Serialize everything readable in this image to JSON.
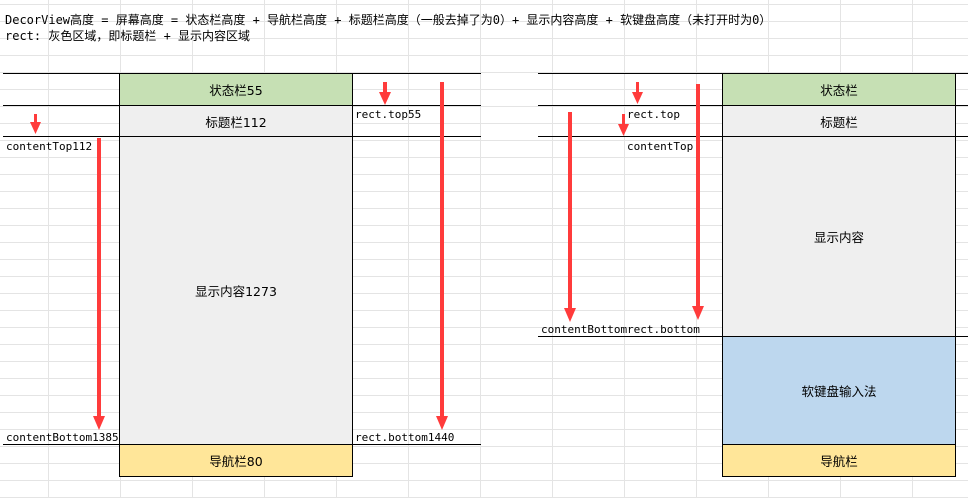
{
  "header": {
    "line1": "DecorView高度 = 屏幕高度 = 状态栏高度 + 导航栏高度 + 标题栏高度（一般去掉了为0）+ 显示内容高度 + 软键盘高度（未打开时为0）",
    "line2": "rect: 灰色区域，即标题栏 + 显示内容区域"
  },
  "left_diagram": {
    "status_bar": "状态栏55",
    "title_bar": "标题栏112",
    "content": "显示内容1273",
    "nav_bar": "导航栏80",
    "label_content_top": "contentTop112",
    "label_content_bottom": "contentBottom1385",
    "label_rect_top": "rect.top55",
    "label_rect_bottom": "rect.bottom1440"
  },
  "right_diagram": {
    "status_bar": "状态栏",
    "title_bar": "标题栏",
    "content": "显示内容",
    "keyboard": "软键盘输入法",
    "nav_bar": "导航栏",
    "label_rect_top": "rect.top",
    "label_content_top": "contentTop",
    "label_content_bottom": "contentBottom",
    "label_rect_bottom": "rect.bottom"
  },
  "colors": {
    "status_bar": "#c6e0b4",
    "title_content": "#efefef",
    "nav_bar": "#ffe699",
    "keyboard": "#bdd7ee",
    "arrow": "#ff3b3b"
  }
}
